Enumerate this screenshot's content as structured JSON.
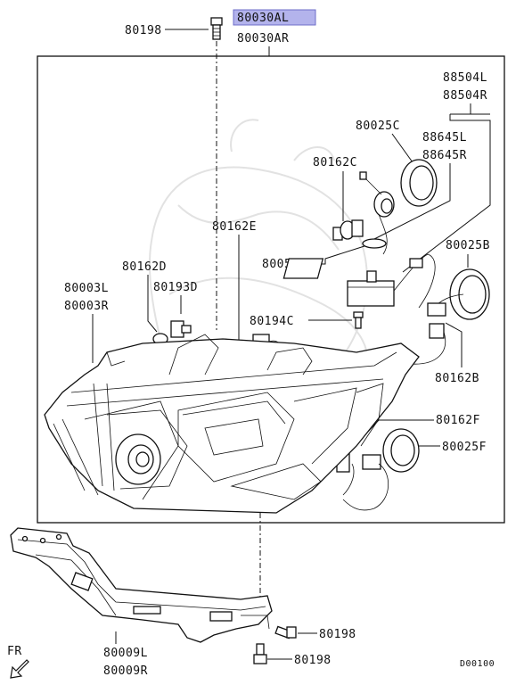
{
  "highlight_color": "#b3b3ec",
  "labels": {
    "p80030AL": "80030AL",
    "p80030AR": "80030AR",
    "p80198_top": "80198",
    "p88504L": "88504L",
    "p88504R": "88504R",
    "p80025C": "80025C",
    "p88645L": "88645L",
    "p88645R": "88645R",
    "p80162C": "80162C",
    "p80162E": "80162E",
    "p80052": "80052",
    "p80025B": "80025B",
    "p80162D": "80162D",
    "p80193D": "80193D",
    "p80003L": "80003L",
    "p80003R": "80003R",
    "p80194C": "80194C",
    "p80162B": "80162B",
    "p80162F": "80162F",
    "p80025F": "80025F",
    "p80009L": "80009L",
    "p80009R": "80009R",
    "p80198_b1": "80198",
    "p80198_b2": "80198",
    "fr": "FR",
    "code": "D00100"
  }
}
